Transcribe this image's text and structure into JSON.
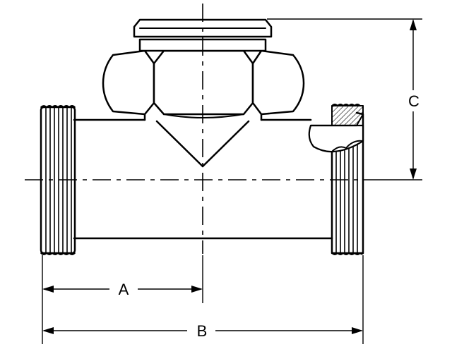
{
  "diagram": {
    "dimensions": {
      "a": "A",
      "b": "B",
      "c": "C"
    }
  }
}
